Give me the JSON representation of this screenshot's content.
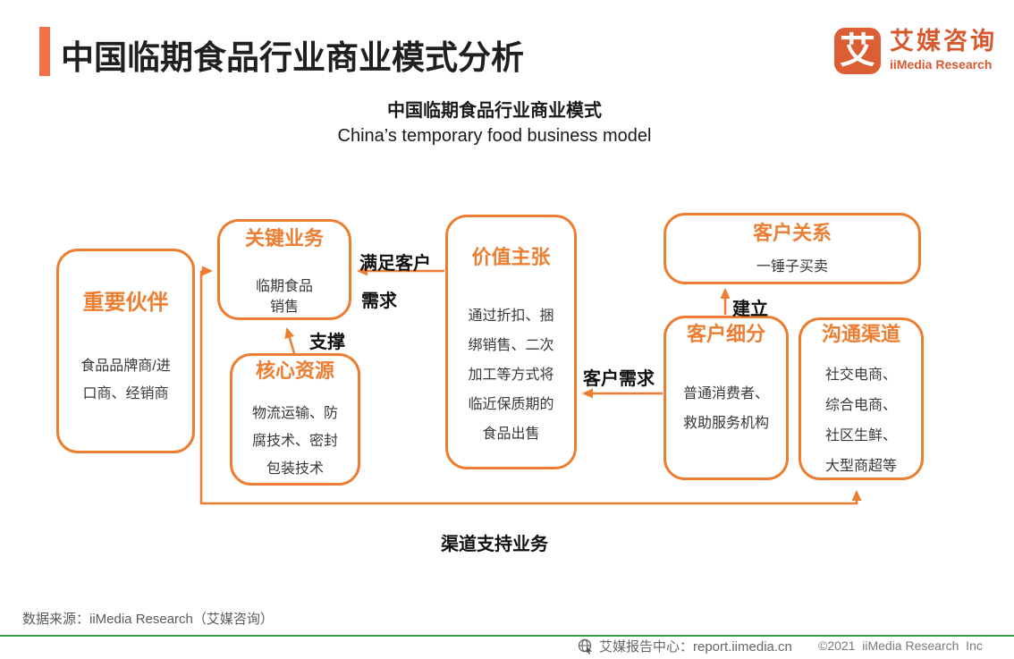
{
  "header": {
    "title": "中国临期食品行业商业模式分析",
    "logo": {
      "glyph": "艾",
      "name_cn": "艾媒咨询",
      "name_en": "iiMedia Research"
    }
  },
  "subtitle": {
    "cn": "中国临期食品行业商业模式",
    "en": "China’s temporary food business model"
  },
  "boxes": {
    "partners": {
      "title": "重要伙伴",
      "lines": [
        "食品品牌商/进",
        "口商、经销商"
      ]
    },
    "key_business": {
      "title": "关键业务",
      "lines": [
        "临期食品",
        "销售"
      ]
    },
    "core_resources": {
      "title": "核心资源",
      "lines": [
        "物流运输、防",
        "腐技术、密封",
        "包装技术"
      ]
    },
    "value_proposition": {
      "title": "价值主张",
      "lines": [
        "通过折扣、捆",
        "绑销售、二次",
        "加工等方式将",
        "临近保质期的",
        "食品出售"
      ]
    },
    "customer_relations": {
      "title": "客户关系",
      "lines": [
        "一锤子买卖"
      ]
    },
    "customer_segments": {
      "title": "客户细分",
      "lines": [
        "普通消费者、",
        "救助服务机构"
      ]
    },
    "channels": {
      "title": "沟通渠道",
      "lines": [
        "社交电商、",
        "综合电商、",
        "社区生鲜、",
        "大型商超等"
      ]
    }
  },
  "flow_labels": {
    "satisfy_line1": "满足客户",
    "satisfy_line2": "需求",
    "support": "支撑",
    "establish": "建立",
    "customer_demand": "客户需求",
    "channel_support": "渠道支持业务"
  },
  "footer": {
    "source": "数据来源：iiMedia Research（艾媒咨询）",
    "report_center": "艾媒报告中心：report.iimedia.cn",
    "copyright": "©2021  iiMedia Research  Inc"
  },
  "colors": {
    "diagram_orange": "#ED7D31",
    "accent_bar_orange": "#F2714B",
    "logo_orange": "#D6592F",
    "footer_green": "#3F9E4B"
  }
}
